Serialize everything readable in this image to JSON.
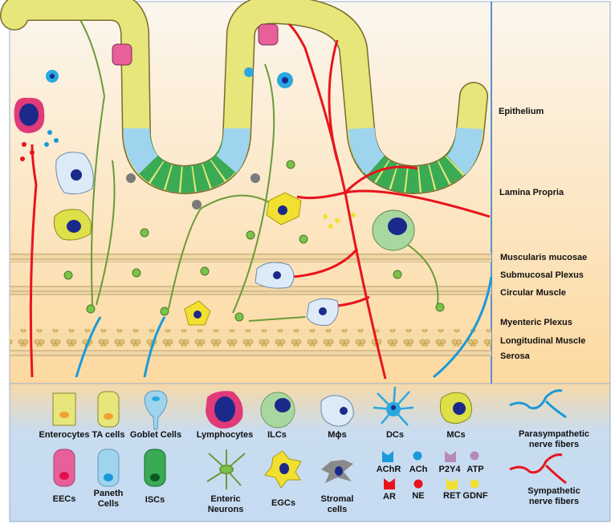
{
  "layers": {
    "epithelium": "Epithelium",
    "lamina_propria": "Lamina Propria",
    "muscularis_mucosae": "Muscularis mucosae",
    "submucosal_plexus": "Submucosal Plexus",
    "circular_muscle": "Circular Muscle",
    "myenteric_plexus": "Myenteric Plexus",
    "longitudinal_muscle": "Longitudinal Muscle",
    "serosa": "Serosa"
  },
  "legend": {
    "enterocytes": "Enterocytes",
    "ta_cells": "TA cells",
    "goblet_cells": "Goblet Cells",
    "lymphocytes": "Lymphocytes",
    "ilcs": "ILCs",
    "macrophages": "Mϕs",
    "dcs": "DCs",
    "mcs": "MCs",
    "parasympathetic_1": "Parasympathetic",
    "parasympathetic_2": "nerve fibers",
    "eecs": "EECs",
    "paneth_1": "Paneth",
    "paneth_2": "Cells",
    "iscs": "ISCs",
    "enteric_neurons_1": "Enteric",
    "enteric_neurons_2": "Neurons",
    "egcs": "EGCs",
    "stromal_1": "Stromal",
    "stromal_2": "cells",
    "achr": "AChR",
    "ach": "ACh",
    "p2y4": "P2Y4",
    "atp": "ATP",
    "ar": "AR",
    "ne": "NE",
    "ret": "RET",
    "gdnf": "GDNF",
    "sympathetic_1": "Sympathetic",
    "sympathetic_2": "nerve fibers"
  },
  "colors": {
    "enterocyte": "#e6e67a",
    "goblet": "#9fd4ee",
    "paneth": "#8fd0ea",
    "isc": "#3aaa55",
    "eec": "#e8609a",
    "lymphocyte": "#e03a78",
    "nucleus": "#1b2a8a",
    "ilc": "#a8d8a0",
    "dc": "#2aa8e0",
    "mc": "#dde048",
    "neuron": "#6a9a3a",
    "egc": "#f2e030",
    "stromal": "#8a8a8a",
    "sympathetic": "#e8141c",
    "parasympathetic": "#1a9ad8",
    "achr": "#1a9ad8",
    "p2y4": "#b48ab8",
    "ret": "#f2e030",
    "frame": "#5b8fd0"
  }
}
